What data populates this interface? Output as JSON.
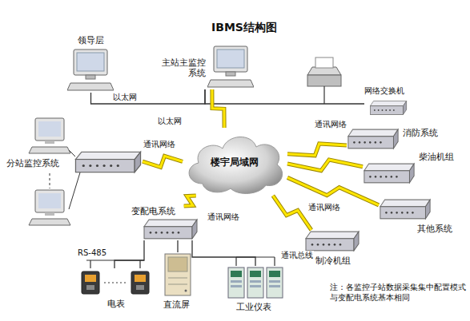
{
  "diagram": {
    "title": "IBMS结构图",
    "nodes": [
      {
        "text": [
          "领导层"
        ]
      },
      {
        "text": [
          "主站主监控系统"
        ]
      },
      {
        "text": [
          "网络交换机"
        ]
      },
      {
        "text": [
          "楼宇局域网"
        ]
      },
      {
        "text": [
          "分站监控系统"
        ]
      },
      {
        "text": [
          "消防系统"
        ]
      },
      {
        "text": [
          "柴油机组"
        ]
      },
      {
        "text": [
          "其他系统"
        ]
      },
      {
        "text": [
          "制冷机组"
        ]
      },
      {
        "text": [
          "变配电系统"
        ]
      },
      {
        "text": [
          "电表"
        ]
      },
      {
        "text": [
          "直流屏"
        ]
      },
      {
        "text": [
          "工业仪表"
        ]
      }
    ],
    "edges": [
      {
        "from": 0,
        "to": 1,
        "arrow": "none",
        "label": "以太网"
      },
      {
        "from": 1,
        "to": 2,
        "arrow": "none"
      },
      {
        "from": 3,
        "to": 1,
        "arrow": "none",
        "label": "以太网"
      },
      {
        "from": 3,
        "to": 4,
        "arrow": "none",
        "label": "通讯网络"
      },
      {
        "from": 3,
        "to": 5,
        "arrow": "none",
        "label": "通讯网络"
      },
      {
        "from": 3,
        "to": 6,
        "arrow": "none"
      },
      {
        "from": 3,
        "to": 7,
        "arrow": "none",
        "label": "通讯网络"
      },
      {
        "from": 3,
        "to": 8,
        "arrow": "none"
      },
      {
        "from": 3,
        "to": 9,
        "arrow": "none",
        "label": "通讯网络"
      },
      {
        "from": 9,
        "to": 10,
        "arrow": "none",
        "label": "RS-485"
      },
      {
        "from": 9,
        "to": 11,
        "arrow": "none"
      },
      {
        "from": 9,
        "to": 12,
        "arrow": "none",
        "label": "通讯总线"
      }
    ],
    "labels": [
      "注：各监控子站数据采集集中配置模式与变配电系统基本相同"
    ]
  }
}
